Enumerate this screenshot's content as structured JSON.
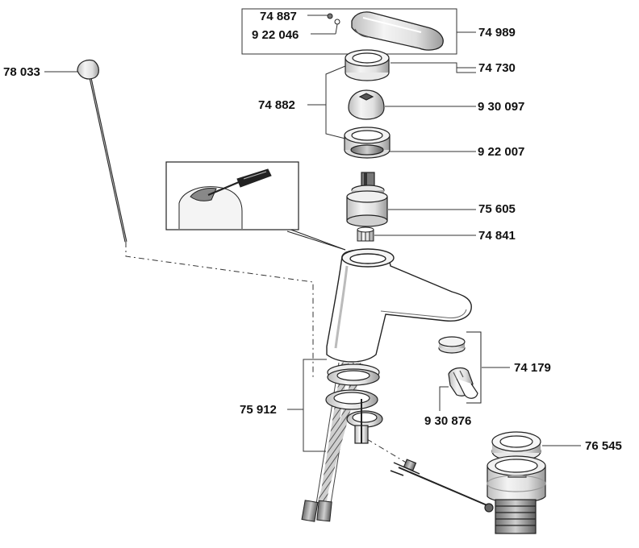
{
  "diagram": {
    "parts": [
      {
        "id": "p78033",
        "label": "78 033",
        "part": "pop-up rod"
      },
      {
        "id": "p74887",
        "label": "74 887",
        "part": "screw"
      },
      {
        "id": "p922046",
        "label": "9 22 046",
        "part": "cover cap"
      },
      {
        "id": "p74989",
        "label": "74 989",
        "part": "lever handle"
      },
      {
        "id": "p74730",
        "label": "74 730",
        "part": "ring"
      },
      {
        "id": "p74882",
        "label": "74 882",
        "part": "set"
      },
      {
        "id": "p930097",
        "label": "9 30 097",
        "part": "dome"
      },
      {
        "id": "p922007",
        "label": "9 22 007",
        "part": "nut"
      },
      {
        "id": "p75605",
        "label": "75 605",
        "part": "cartridge"
      },
      {
        "id": "p74841",
        "label": "74 841",
        "part": "sleeve"
      },
      {
        "id": "p74179",
        "label": "74 179",
        "part": "aerator set"
      },
      {
        "id": "p930876",
        "label": "9 30 876",
        "part": "aerator key"
      },
      {
        "id": "p75912",
        "label": "75 912",
        "part": "fixing set"
      },
      {
        "id": "p76545",
        "label": "76 545",
        "part": "waste valve"
      }
    ]
  },
  "colors": {
    "line": "#222222",
    "leader": "#333333",
    "fill": "#ffffff",
    "shade": "#d9d9d9",
    "dark": "#8c8c8c"
  }
}
